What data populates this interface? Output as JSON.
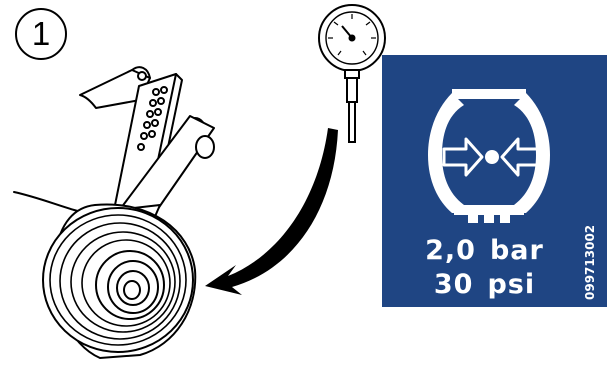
{
  "step": {
    "number": "1"
  },
  "pressure_sign": {
    "bar_value": "2,0",
    "bar_unit": "bar",
    "psi_value": "30",
    "psi_unit": "psi",
    "part_number": "099713002",
    "background_color": "#1f4583",
    "foreground_color": "#ffffff"
  },
  "icons": [
    "pressure-gauge-icon",
    "curved-arrow-icon",
    "tire-pressure-icon",
    "wheel-icon"
  ]
}
